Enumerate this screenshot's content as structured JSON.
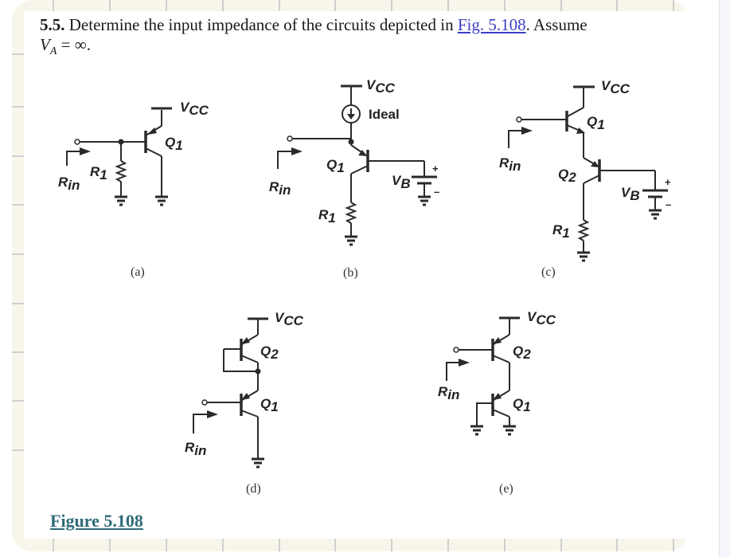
{
  "problem": {
    "number": "5.5.",
    "text_before_link": " Determine the input impedance of the circuits depicted in ",
    "link_text": "Fig. 5.108",
    "text_after_link": ". Assume",
    "assumption_var": "V",
    "assumption_sub": "A",
    "assumption_rest": " = ∞."
  },
  "figure": {
    "caption_link": "Figure 5.108",
    "circuits": {
      "a": {
        "caption": "(a)",
        "vcc": "V",
        "vcc_sub": "CC",
        "q1": "Q",
        "q1_sub": "1",
        "r1": "R",
        "r1_sub": "1",
        "rin": "R",
        "rin_sub": "in"
      },
      "b": {
        "caption": "(b)",
        "vcc": "V",
        "vcc_sub": "CC",
        "source_label": "Ideal",
        "q1": "Q",
        "q1_sub": "1",
        "r1": "R",
        "r1_sub": "1",
        "rin": "R",
        "rin_sub": "in",
        "vb": "V",
        "vb_sub": "B",
        "plus": "+",
        "minus": "–"
      },
      "c": {
        "caption": "(c)",
        "vcc": "V",
        "vcc_sub": "CC",
        "q1": "Q",
        "q1_sub": "1",
        "q2": "Q",
        "q2_sub": "2",
        "r1": "R",
        "r1_sub": "1",
        "rin": "R",
        "rin_sub": "in",
        "vb": "V",
        "vb_sub": "B",
        "plus": "+",
        "minus": "–"
      },
      "d": {
        "caption": "(d)",
        "vcc": "V",
        "vcc_sub": "CC",
        "q1": "Q",
        "q1_sub": "1",
        "q2": "Q",
        "q2_sub": "2",
        "rin": "R",
        "rin_sub": "in"
      },
      "e": {
        "caption": "(e)",
        "vcc": "V",
        "vcc_sub": "CC",
        "q1": "Q",
        "q1_sub": "1",
        "q2": "Q",
        "q2_sub": "2",
        "rin": "R",
        "rin_sub": "in"
      }
    }
  },
  "colors": {
    "link": "#3b3fc6",
    "figure_link": "#2f6b78",
    "frame": "#f8f6ea"
  }
}
